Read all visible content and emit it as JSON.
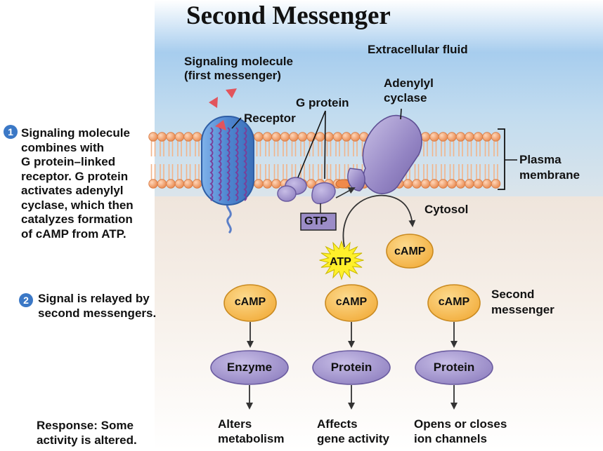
{
  "title": "Second Messenger",
  "labels": {
    "extracellular": "Extracellular fluid",
    "signaling_molecule_line1": "Signaling molecule",
    "signaling_molecule_line2": "(first messenger)",
    "receptor": "Receptor",
    "g_protein": "G protein",
    "adenylyl_line1": "Adenylyl",
    "adenylyl_line2": "cyclase",
    "plasma_line1": "Plasma",
    "plasma_line2": "membrane",
    "cytosol": "Cytosol",
    "gtp": "GTP",
    "atp": "ATP",
    "camp": "cAMP",
    "second_messenger_line1": "Second",
    "second_messenger_line2": "messenger"
  },
  "steps": [
    {
      "number": "1",
      "lines": [
        "Signaling molecule",
        "combines with",
        "G protein–linked",
        "receptor. G protein",
        "activates adenylyl",
        "cyclase, which then",
        "catalyzes formation",
        "of cAMP from ATP."
      ]
    },
    {
      "number": "2",
      "lines": [
        "Signal is relayed by",
        "second messengers."
      ]
    }
  ],
  "response": {
    "lines": [
      "Response: Some",
      "activity is altered."
    ]
  },
  "columns": [
    {
      "messenger": "cAMP",
      "target": "Enzyme",
      "outcome_line1": "Alters",
      "outcome_line2": "metabolism"
    },
    {
      "messenger": "cAMP",
      "target": "Protein",
      "outcome_line1": "Affects",
      "outcome_line2": "gene activity"
    },
    {
      "messenger": "cAMP",
      "target": "Protein",
      "outcome_line1": "Opens or closes",
      "outcome_line2": "ion channels"
    }
  ],
  "colors": {
    "extracellular_blue": "#9cc8ec",
    "membrane_orange": "#f0a070",
    "camp_fill": "#f7bf58",
    "protein_fill": "#a99bcf",
    "receptor_blue": "#5b8fd6",
    "adenylyl_purple": "#9b8cc7",
    "gtp_fill": "#9b8cc7",
    "atp_yellow": "#fff02a",
    "badge_blue": "#3b78c6"
  }
}
